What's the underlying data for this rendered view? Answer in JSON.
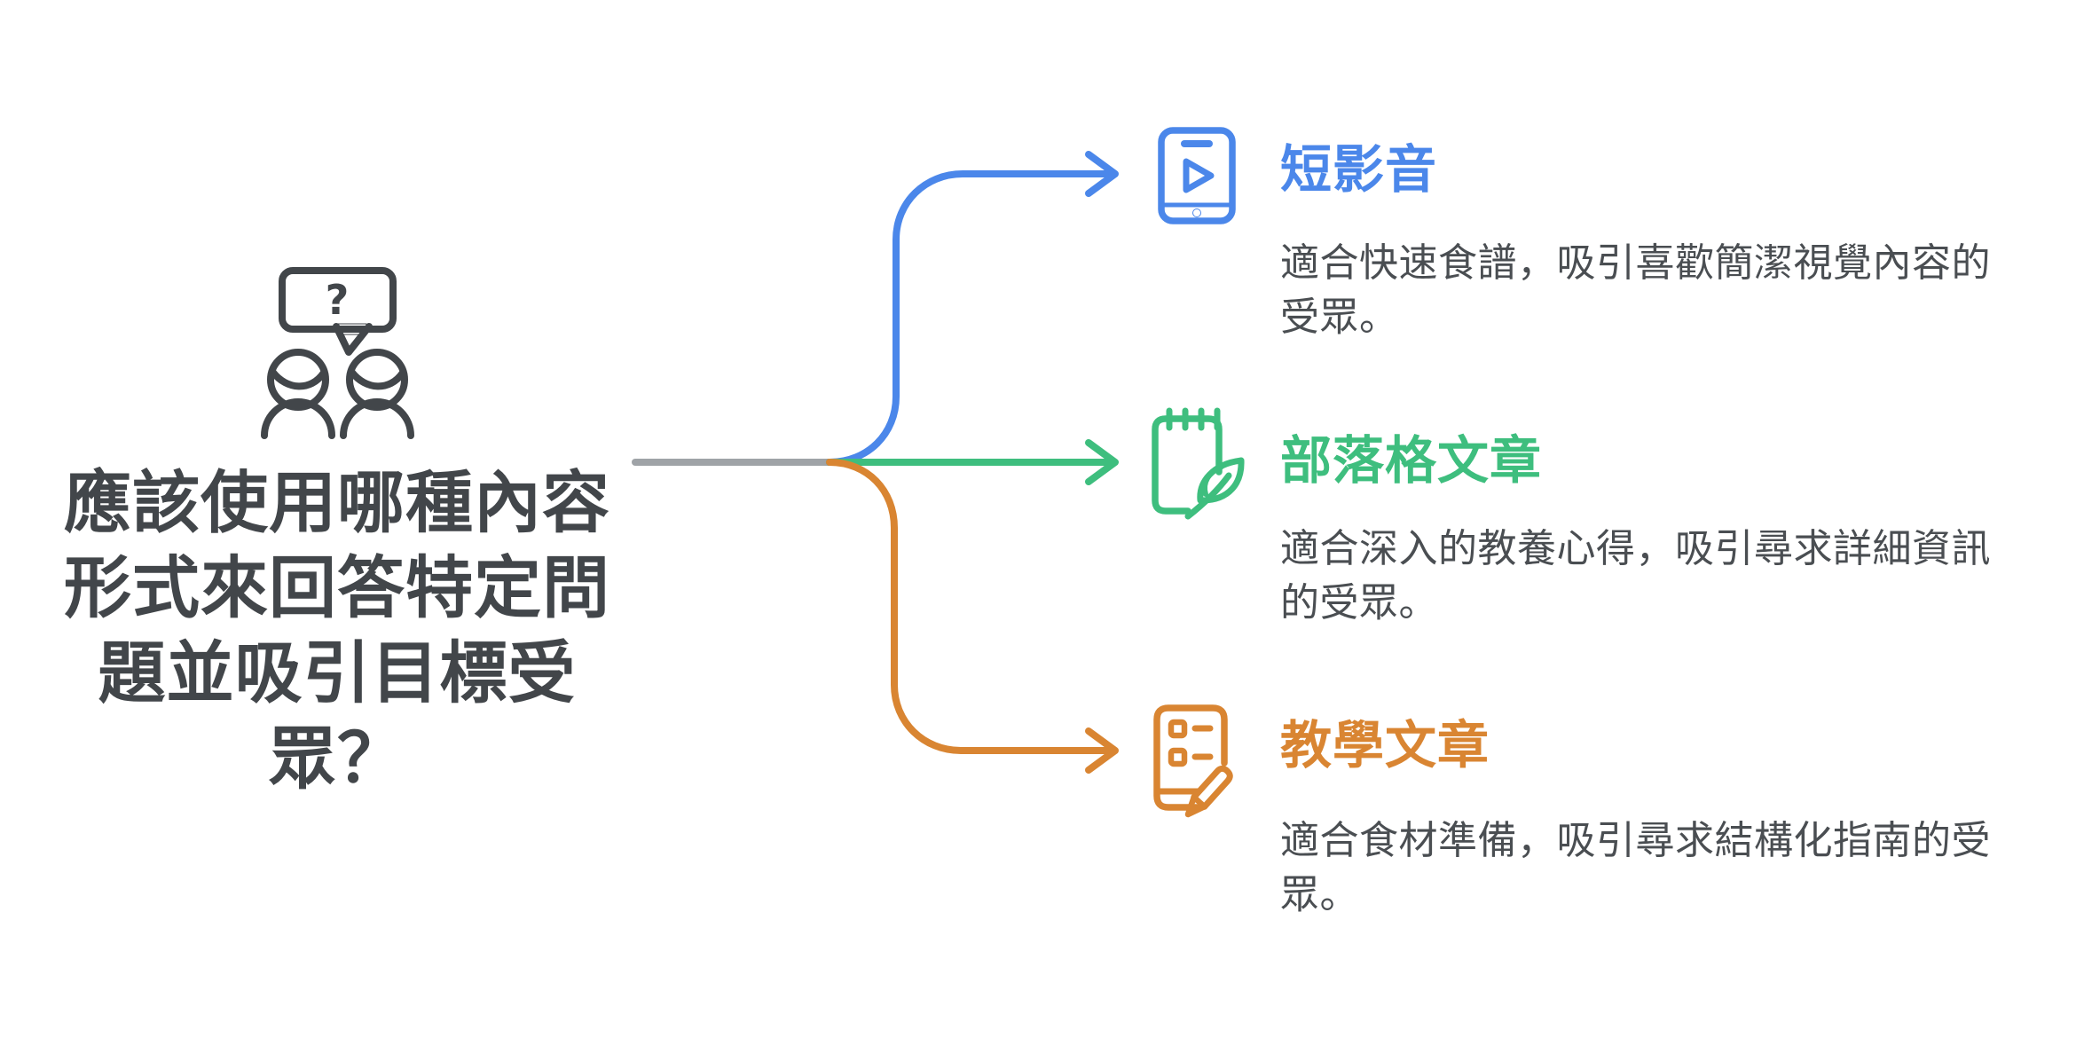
{
  "page": {
    "background": "#ffffff"
  },
  "center": {
    "icon": "people-question-icon",
    "color": "#42464A",
    "bubble_glyph": "?",
    "title": "應該使用哪種內容形式來回答特定問題並吸引目標受眾？",
    "title_lines": [
      "應該使用哪種內容",
      "形式來回答特定問",
      "題並吸引目標受",
      "眾？"
    ]
  },
  "connectors": {
    "root_color": "#9FA3A7",
    "arrow_style": "open-chevron"
  },
  "text_color": "#4A4E52",
  "branches": [
    {
      "id": "short-video",
      "color": "#4B87EA",
      "icon": "phone-play-icon",
      "title": "短影音",
      "desc": "適合快速食譜，吸引喜歡簡潔視覺內容的受眾。",
      "desc_lines": [
        "適合快速食譜，吸引喜歡簡潔視覺內容的",
        "受眾。"
      ]
    },
    {
      "id": "blog-article",
      "color": "#3EBE7E",
      "icon": "notepad-feather-icon",
      "title": "部落格文章",
      "desc": "適合深入的教養心得，吸引尋求詳細資訊的受眾。",
      "desc_lines": [
        "適合深入的教養心得，吸引尋求詳細資訊",
        "的受眾。"
      ]
    },
    {
      "id": "tutorial-article",
      "color": "#D98532",
      "icon": "doc-pencil-icon",
      "title": "教學文章",
      "desc": "適合食材準備，吸引尋求結構化指南的受眾。",
      "desc_lines": [
        "適合食材準備，吸引尋求結構化指南的受",
        "眾。"
      ]
    }
  ]
}
